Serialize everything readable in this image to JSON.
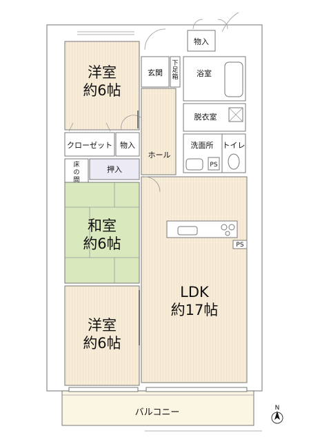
{
  "rooms": {
    "western_top": {
      "name": "洋室",
      "size": "約6帖"
    },
    "closet": "クローゼット",
    "storage_mid": "物入",
    "storage_top": "物入",
    "tokonoma": [
      "床",
      "の",
      "間"
    ],
    "oshiire": "押入",
    "washitsu": {
      "name": "和室",
      "size": "約6帖"
    },
    "western_bottom": {
      "name": "洋室",
      "size": "約6帖"
    },
    "ldk": {
      "name": "LDK",
      "size": "約17帖"
    },
    "genkan": "玄関",
    "shoes": [
      "下",
      "足",
      "箱"
    ],
    "hall": "ホール",
    "bath": "浴室",
    "dressing": "脱衣室",
    "washroom": "洗面所",
    "toilet": "トイレ",
    "ps1": "PS",
    "ps2": "PS",
    "balcony": "バルコニー"
  },
  "compass": {
    "label": "N"
  },
  "colors": {
    "wood": "#f5ead6",
    "tatami": "#d9e8bd",
    "lavender": "#ecebf5"
  }
}
